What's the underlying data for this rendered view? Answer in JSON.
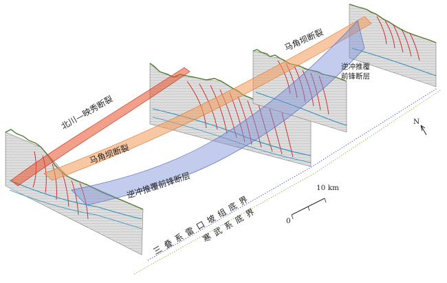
{
  "labels": {
    "beichuan_fault": "北川—映秀断裂",
    "majiaoba_fault_front": "马角坝断裂",
    "majiaoba_fault_back": "马角坝断裂",
    "thrust_front_fault_front": "逆冲推覆前锋断层",
    "thrust_front_fault_back_line1": "逆冲推覆",
    "thrust_front_fault_back_line2": "前锋断层",
    "leikoupo_base": "三叠系雷口坡组底界",
    "cambrian_base": "寒武系底界"
  },
  "scale_bar": {
    "zero": "0",
    "length_label": "10 km"
  },
  "north_arrow": {
    "label": "N"
  },
  "colors": {
    "beichuan_band": "#e8502e",
    "majiaoba_band": "#f39a5a",
    "thrust_band": "#7a8fd6",
    "leikoupo_line": "#3b4fc9",
    "cambrian_line": "#8db04a",
    "fault_trace": "#cc1f1f",
    "horizon_trace": "#2c8fb8",
    "topography": "#4e7d2a",
    "section_fill": "#e7e7e7"
  }
}
